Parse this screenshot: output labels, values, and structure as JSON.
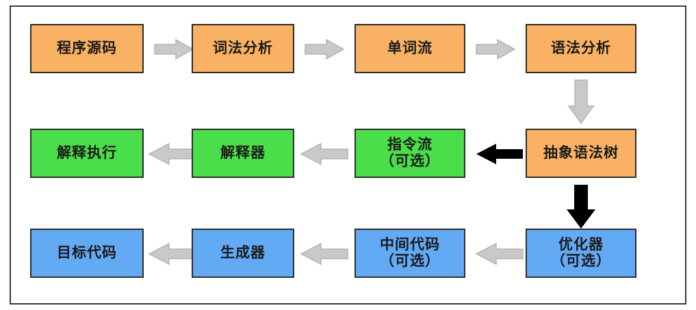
{
  "diagram": {
    "title": "",
    "colors": {
      "orange": "#f9b163",
      "green": "#4ade4a",
      "blue": "#63aaf5",
      "arrow_gray": "#c9c9c9",
      "arrow_black": "#000000",
      "node_border": "#2c2c2c",
      "frame_border": "#3a3a3a",
      "background": "#ffffff"
    },
    "rows": [
      {
        "name": "frontend-row",
        "nodes": [
          {
            "id": "source-code",
            "label": "程序源码",
            "label2": "",
            "color": "orange"
          },
          {
            "id": "lexical-analysis",
            "label": "词法分析",
            "label2": "",
            "color": "orange"
          },
          {
            "id": "token-stream",
            "label": "单词流",
            "label2": "",
            "color": "orange"
          },
          {
            "id": "syntax-analysis",
            "label": "语法分析",
            "label2": "",
            "color": "orange"
          }
        ]
      },
      {
        "name": "interpreter-row",
        "nodes": [
          {
            "id": "interpret-execute",
            "label": "解释执行",
            "label2": "",
            "color": "green"
          },
          {
            "id": "interpreter",
            "label": "解释器",
            "label2": "",
            "color": "green"
          },
          {
            "id": "instruction-stream",
            "label": "指令流",
            "label2": "（可选）",
            "color": "green"
          },
          {
            "id": "abstract-syntax-tree",
            "label": "抽象语法树",
            "label2": "",
            "color": "orange"
          }
        ]
      },
      {
        "name": "compiler-row",
        "nodes": [
          {
            "id": "target-code",
            "label": "目标代码",
            "label2": "",
            "color": "blue"
          },
          {
            "id": "generator",
            "label": "生成器",
            "label2": "",
            "color": "blue"
          },
          {
            "id": "intermediate-code",
            "label": "中间代码",
            "label2": "（可选）",
            "color": "blue"
          },
          {
            "id": "optimizer",
            "label": "优化器",
            "label2": "（可选）",
            "color": "blue"
          }
        ]
      }
    ],
    "arrows": [
      {
        "id": "arrow-source-to-lexical",
        "direction": "right",
        "style": "gray"
      },
      {
        "id": "arrow-lexical-to-token",
        "direction": "right",
        "style": "gray"
      },
      {
        "id": "arrow-token-to-syntax",
        "direction": "right",
        "style": "gray"
      },
      {
        "id": "arrow-syntax-to-ast",
        "direction": "down",
        "style": "gray"
      },
      {
        "id": "arrow-ast-to-instruction",
        "direction": "left",
        "style": "black"
      },
      {
        "id": "arrow-instruction-to-interpreter",
        "direction": "left",
        "style": "gray"
      },
      {
        "id": "arrow-interpreter-to-execute",
        "direction": "left",
        "style": "gray"
      },
      {
        "id": "arrow-ast-to-optimizer",
        "direction": "down",
        "style": "black"
      },
      {
        "id": "arrow-optimizer-to-intermediate",
        "direction": "left",
        "style": "gray"
      },
      {
        "id": "arrow-intermediate-to-generator",
        "direction": "left",
        "style": "gray"
      },
      {
        "id": "arrow-generator-to-target",
        "direction": "left",
        "style": "gray"
      }
    ]
  }
}
